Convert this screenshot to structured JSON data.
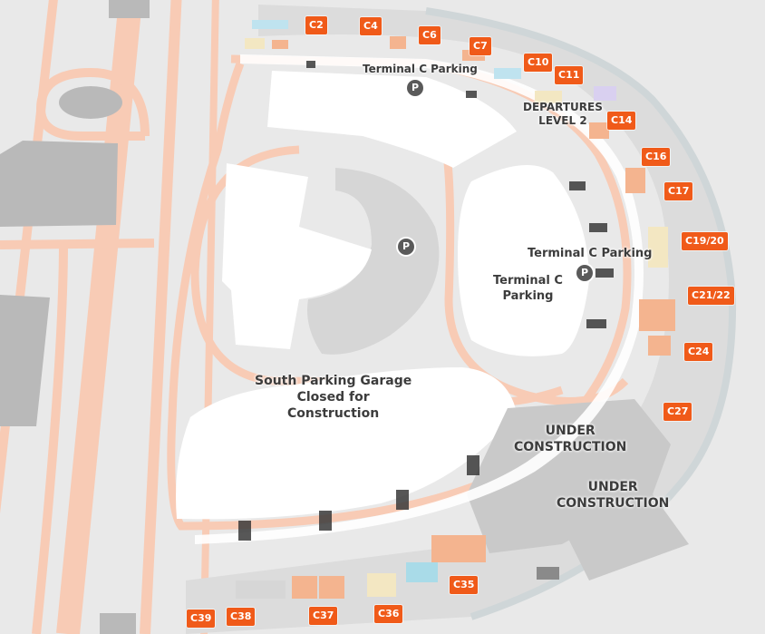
{
  "map": {
    "colors": {
      "background": "#e9e9e9",
      "road": "#f8cbb5",
      "lot": "#ffffff",
      "structure": "#dcdcdc",
      "gate": "#f05a19",
      "pin": "#5a5a5a"
    },
    "gates": [
      "C2",
      "C4",
      "C6",
      "C7",
      "C10",
      "C11",
      "C14",
      "C16",
      "C17",
      "C19/20",
      "C21/22",
      "C24",
      "C27",
      "C35",
      "C36",
      "C37",
      "C38",
      "C39"
    ],
    "labels": {
      "terminal_c_parking_top": "Terminal C Parking",
      "departures_line1": "DEPARTURES",
      "departures_line2": "LEVEL 2",
      "terminal_c_parking_right": "Terminal C Parking",
      "terminal_c_line1": "Terminal C",
      "terminal_c_line2": "Parking",
      "south_garage_line1": "South Parking Garage",
      "south_garage_line2": "Closed for",
      "south_garage_line3": "Construction",
      "under_construction_1_line1": "UNDER",
      "under_construction_1_line2": "CONSTRUCTION",
      "under_construction_2_line1": "UNDER",
      "under_construction_2_line2": "CONSTRUCTION"
    },
    "parking_icon": "P",
    "icons": [
      "parking-icon"
    ]
  }
}
